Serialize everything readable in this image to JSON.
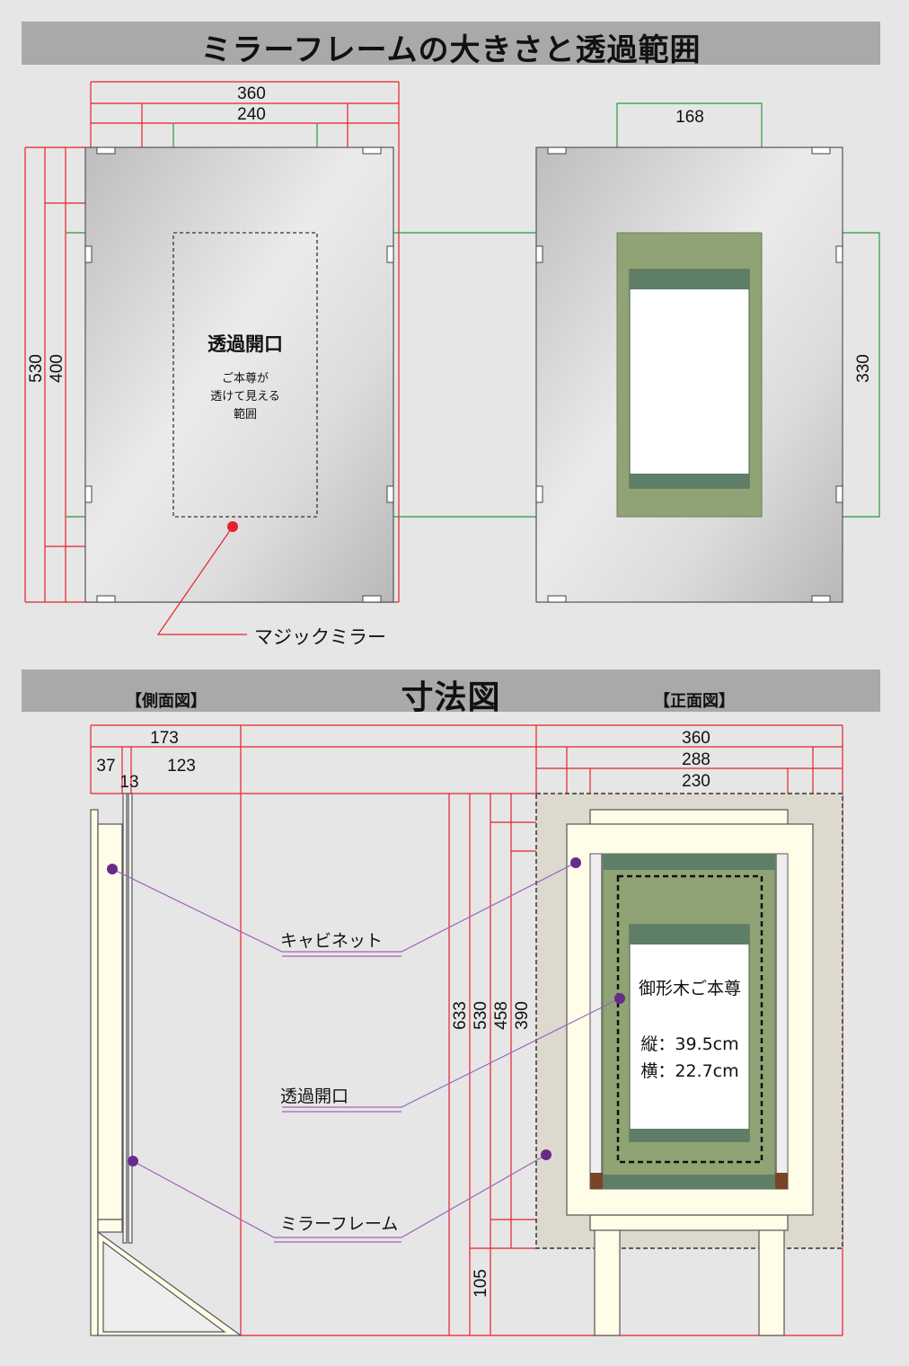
{
  "header": {
    "title": "ミラーフレームの大きさと透過範囲"
  },
  "top_figure": {
    "dims_left": {
      "width_outer": "360",
      "width_inner": "240",
      "height_outer": "530",
      "height_inner": "400"
    },
    "opening": {
      "title": "透過開口",
      "desc_line1": "ご本尊が",
      "desc_line2": "透けて見える",
      "desc_line3": "範囲"
    },
    "callout": "マジックミラー",
    "dims_right": {
      "width": "168",
      "height": "330"
    }
  },
  "section2": {
    "title": "寸法図",
    "left_label": "【側面図】",
    "right_label": "【正面図】"
  },
  "side_view": {
    "dims": {
      "total": "173",
      "a": "37",
      "b": "13",
      "c": "123"
    },
    "heights": {
      "h1": "633",
      "h2": "530",
      "h3": "458",
      "h4": "390",
      "h5": "105"
    }
  },
  "front_view": {
    "dims": {
      "w1": "360",
      "w2": "288",
      "w3": "230"
    },
    "scroll": {
      "name": "御形木ご本尊",
      "height_line": "縦：39.5cm",
      "width_line": "横：22.7cm"
    }
  },
  "callouts": {
    "cabinet": "キャビネット",
    "opening": "透過開口",
    "mirror_frame": "ミラーフレーム"
  },
  "colors": {
    "dimension": "#e8202a",
    "leader": "#9e63b5",
    "marker": "#6a2a8c",
    "scroll_green": "#8fa374",
    "scroll_dark": "#5f7e67",
    "frame_cream": "#fffce8",
    "banner": "#a9a9a9"
  }
}
